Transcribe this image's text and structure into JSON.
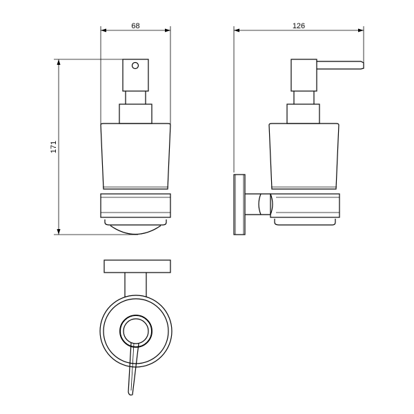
{
  "dimensions": {
    "width_front": "68",
    "width_side": "126",
    "height": "171"
  },
  "colors": {
    "line": "#000000",
    "background": "#ffffff"
  }
}
